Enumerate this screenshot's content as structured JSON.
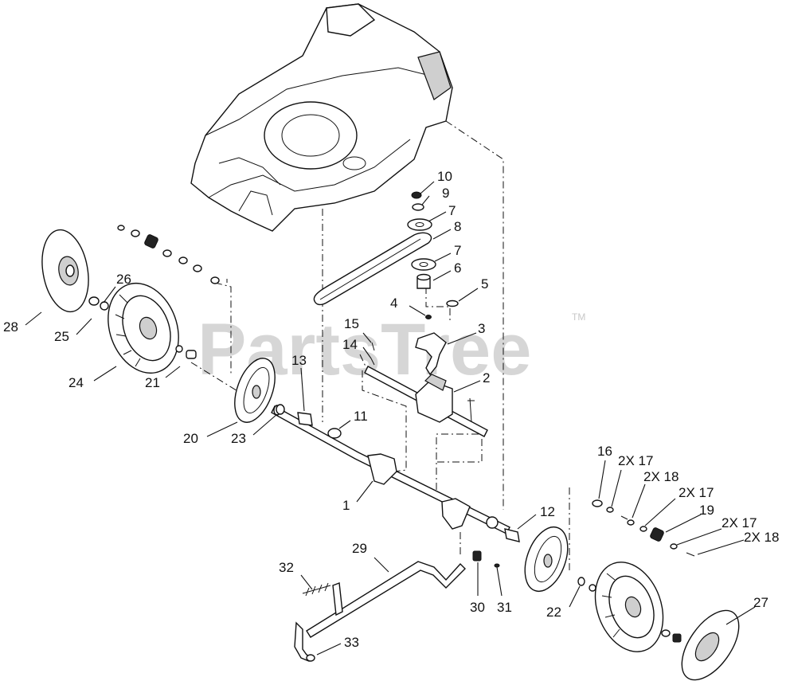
{
  "watermark": {
    "text": "PartsTree",
    "mark": "TM"
  },
  "callouts": [
    {
      "id": "c10",
      "label": "10"
    },
    {
      "id": "c9",
      "label": "9"
    },
    {
      "id": "c7a",
      "label": "7"
    },
    {
      "id": "c8",
      "label": "8"
    },
    {
      "id": "c7b",
      "label": "7"
    },
    {
      "id": "c6",
      "label": "6"
    },
    {
      "id": "c5",
      "label": "5"
    },
    {
      "id": "c4",
      "label": "4"
    },
    {
      "id": "c3",
      "label": "3"
    },
    {
      "id": "c15",
      "label": "15"
    },
    {
      "id": "c14",
      "label": "14"
    },
    {
      "id": "c2",
      "label": "2"
    },
    {
      "id": "c26",
      "label": "26"
    },
    {
      "id": "c28",
      "label": "28"
    },
    {
      "id": "c25",
      "label": "25"
    },
    {
      "id": "c13",
      "label": "13"
    },
    {
      "id": "c24",
      "label": "24"
    },
    {
      "id": "c21",
      "label": "21"
    },
    {
      "id": "c11",
      "label": "11"
    },
    {
      "id": "c20",
      "label": "20"
    },
    {
      "id": "c23",
      "label": "23"
    },
    {
      "id": "c1",
      "label": "1"
    },
    {
      "id": "c16",
      "label": "16"
    },
    {
      "id": "c17a",
      "label": "2X 17"
    },
    {
      "id": "c18a",
      "label": "2X 18"
    },
    {
      "id": "c17b",
      "label": "2X 17"
    },
    {
      "id": "c19",
      "label": "19"
    },
    {
      "id": "c17c",
      "label": "2X 17"
    },
    {
      "id": "c18b",
      "label": "2X 18"
    },
    {
      "id": "c12",
      "label": "12"
    },
    {
      "id": "c29",
      "label": "29"
    },
    {
      "id": "c32",
      "label": "32"
    },
    {
      "id": "c30",
      "label": "30"
    },
    {
      "id": "c31",
      "label": "31"
    },
    {
      "id": "c22",
      "label": "22"
    },
    {
      "id": "c27",
      "label": "27"
    },
    {
      "id": "c33",
      "label": "33"
    }
  ]
}
